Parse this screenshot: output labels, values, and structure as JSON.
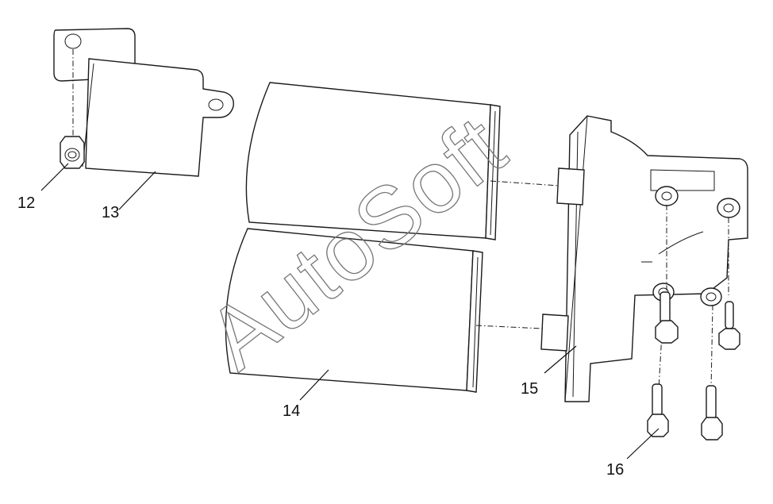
{
  "watermark": "AutoSoft",
  "callouts": {
    "c12": "12",
    "c13": "13",
    "c14": "14",
    "c15": "15",
    "c16": "16"
  }
}
